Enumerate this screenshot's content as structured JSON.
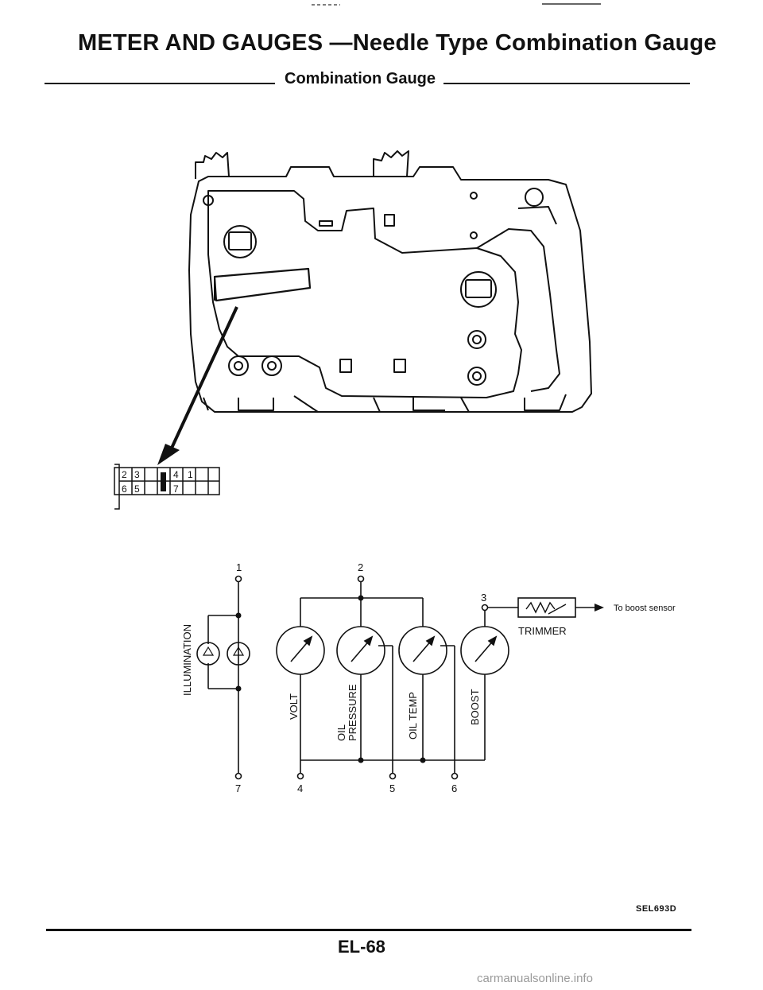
{
  "header": {
    "title": "METER AND GAUGES —Needle Type Combination Gauge",
    "subtitle": "Combination Gauge"
  },
  "connector": {
    "row1": [
      "2",
      "3",
      "4",
      "1"
    ],
    "row2": [
      "6",
      "5",
      "7"
    ]
  },
  "schematic": {
    "terminals": {
      "t1": "1",
      "t2": "2",
      "t3": "3",
      "t4": "4",
      "t5": "5",
      "t6": "6",
      "t7": "7"
    },
    "labels": {
      "illumination": "ILLUMINATION",
      "volt": "VOLT",
      "oil": "OIL",
      "pressure": "PRESSURE",
      "oil_temp": "OIL TEMP",
      "boost": "BOOST",
      "trimmer": "TRIMMER",
      "to_boost_sensor": "To boost sensor"
    }
  },
  "footer": {
    "code": "SEL693D",
    "page_number": "EL-68",
    "watermark": "carmanualsonline.info"
  }
}
